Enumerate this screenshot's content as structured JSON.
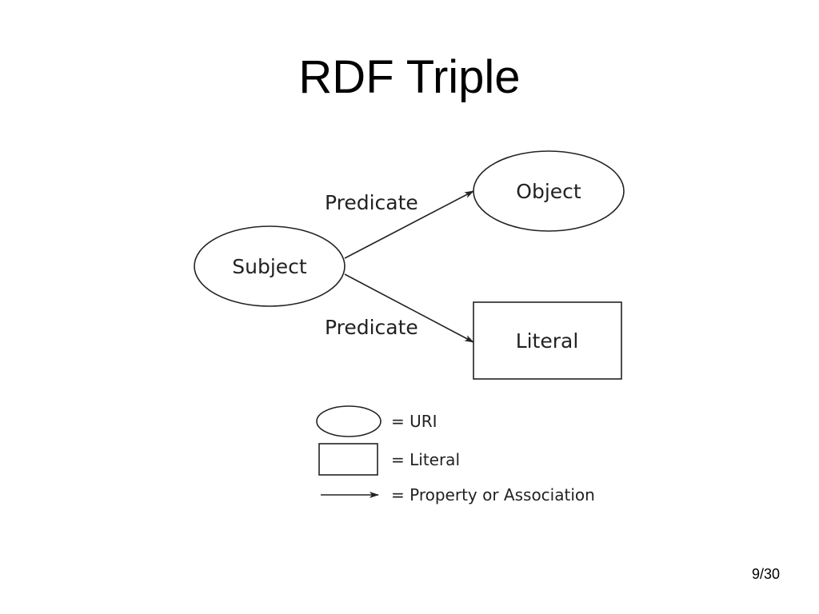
{
  "slide": {
    "title": "RDF Triple",
    "page_number": "9/30"
  },
  "diagram": {
    "nodes": {
      "subject": "Subject",
      "object": "Object",
      "literal": "Literal"
    },
    "edges": {
      "predicate_top": "Predicate",
      "predicate_bottom": "Predicate"
    },
    "legend": {
      "uri": "= URI",
      "literal": "= Literal",
      "property": "= Property or Association"
    }
  }
}
